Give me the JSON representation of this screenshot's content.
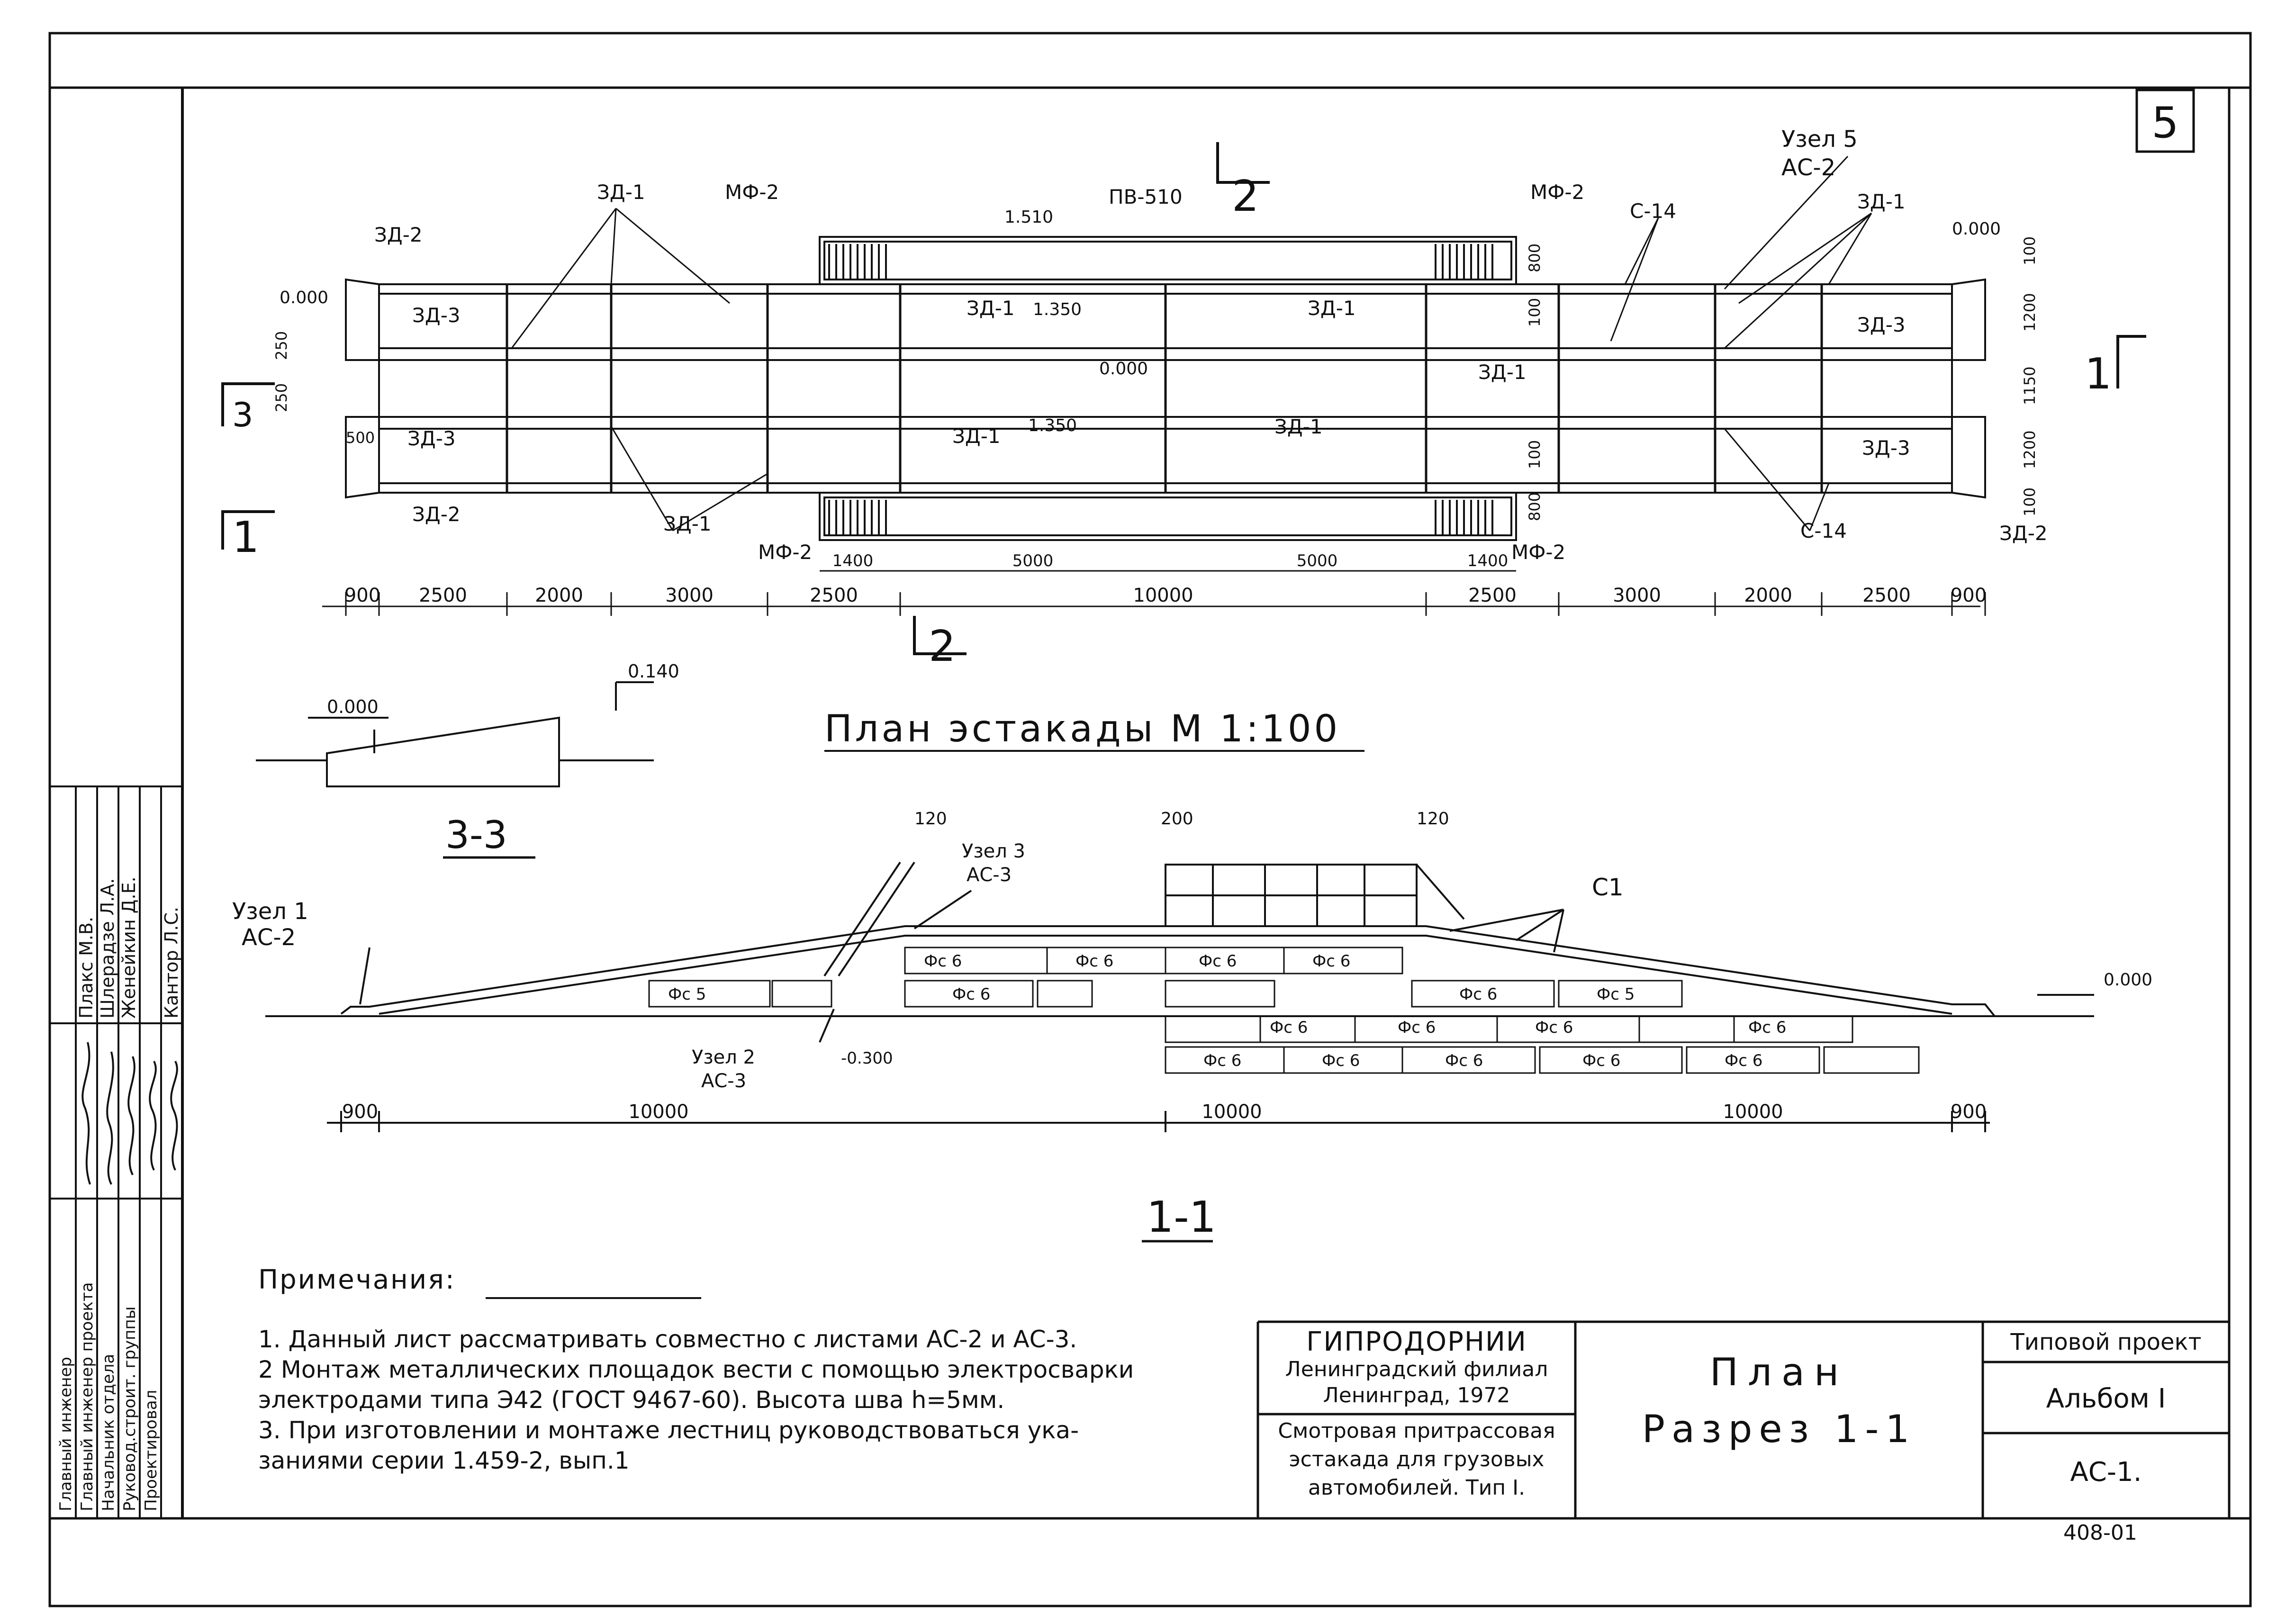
{
  "sheet_number": "5",
  "plan_title": "План эстакады  М 1:100",
  "section_1_title": "1-1",
  "section_3_title": "3-3",
  "section_marks": {
    "s1": "1",
    "s2": "2",
    "s3": "3"
  },
  "plan_labels": {
    "zd1": "ЗД-1",
    "zd2": "ЗД-2",
    "zd3": "ЗД-3",
    "mf2": "МФ-2",
    "pv": "ПВ-510",
    "c14": "С-14",
    "uzel5": "Узел 5",
    "ac2": "АС-2",
    "lev_1510": "1.510",
    "lev_1350": "1.350",
    "lev_000": "0.000"
  },
  "plan_dims": [
    "900",
    "2500",
    "2000",
    "3000",
    "2500",
    "10000",
    "2500",
    "3000",
    "2000",
    "2500",
    "900"
  ],
  "plan_subdims": [
    "1400",
    "5000",
    "5000",
    "1400"
  ],
  "plan_vdims_left": [
    "250",
    "250",
    "500"
  ],
  "plan_vdims_right": [
    "100",
    "1200",
    "1150",
    "1200",
    "100"
  ],
  "plan_vdims_mid": [
    "800",
    "100",
    "100",
    "800"
  ],
  "section_labels": {
    "uzel1": "Узел 1",
    "uzel2": "Узел 2",
    "uzel3": "Узел 3",
    "ac2": "АС-2",
    "ac3": "АС-3",
    "c1": "С1",
    "fc6": "Фс 6",
    "fc5": "Фс 5",
    "lev_000": "0.000",
    "lev_m030": "-0.300",
    "d120": "120",
    "d200": "200"
  },
  "section_dims": [
    "900",
    "10000",
    "10000",
    "10000",
    "900"
  ],
  "s33_labels": {
    "lev_000": "0.000",
    "lev_014": "0.140"
  },
  "notes_title": "Примечания:",
  "notes": [
    "1. Данный лист рассматривать совместно с листами АС-2 и АС-3.",
    "2 Монтаж металлических площадок вести с помощью электросварки",
    "   электродами типа Э42 (ГОСТ 9467-60). Высота шва h=5мм.",
    "3. При изготовлении и монтаже лестниц руководствоваться ука-",
    "   заниями серии 1.459-2, вып.1"
  ],
  "org_name": "ГИПРОДОРНИИ",
  "org_branch": "Ленинградский филиал",
  "org_city": "Ленинград, 1972",
  "project_desc": [
    "Смотровая притрассовая",
    "эстакада для грузовых",
    "автомобилей. Тип I."
  ],
  "sheet_title": [
    "План",
    "Разрез 1-1"
  ],
  "typical_project": "Типовой проект",
  "album": "Альбом I",
  "sheet_code": "АС-1.",
  "doc_number": "408-01",
  "stamp_roles": [
    "Главный инженер",
    "Главный инженер проекта",
    "Начальник отдела",
    "Руковод.строит. группы",
    "Проектировал"
  ],
  "stamp_names": [
    "Плакс М.В.",
    "Шлерадзе Л.А.",
    "Женейкин Д.Е.",
    "Кантор Л.С."
  ]
}
